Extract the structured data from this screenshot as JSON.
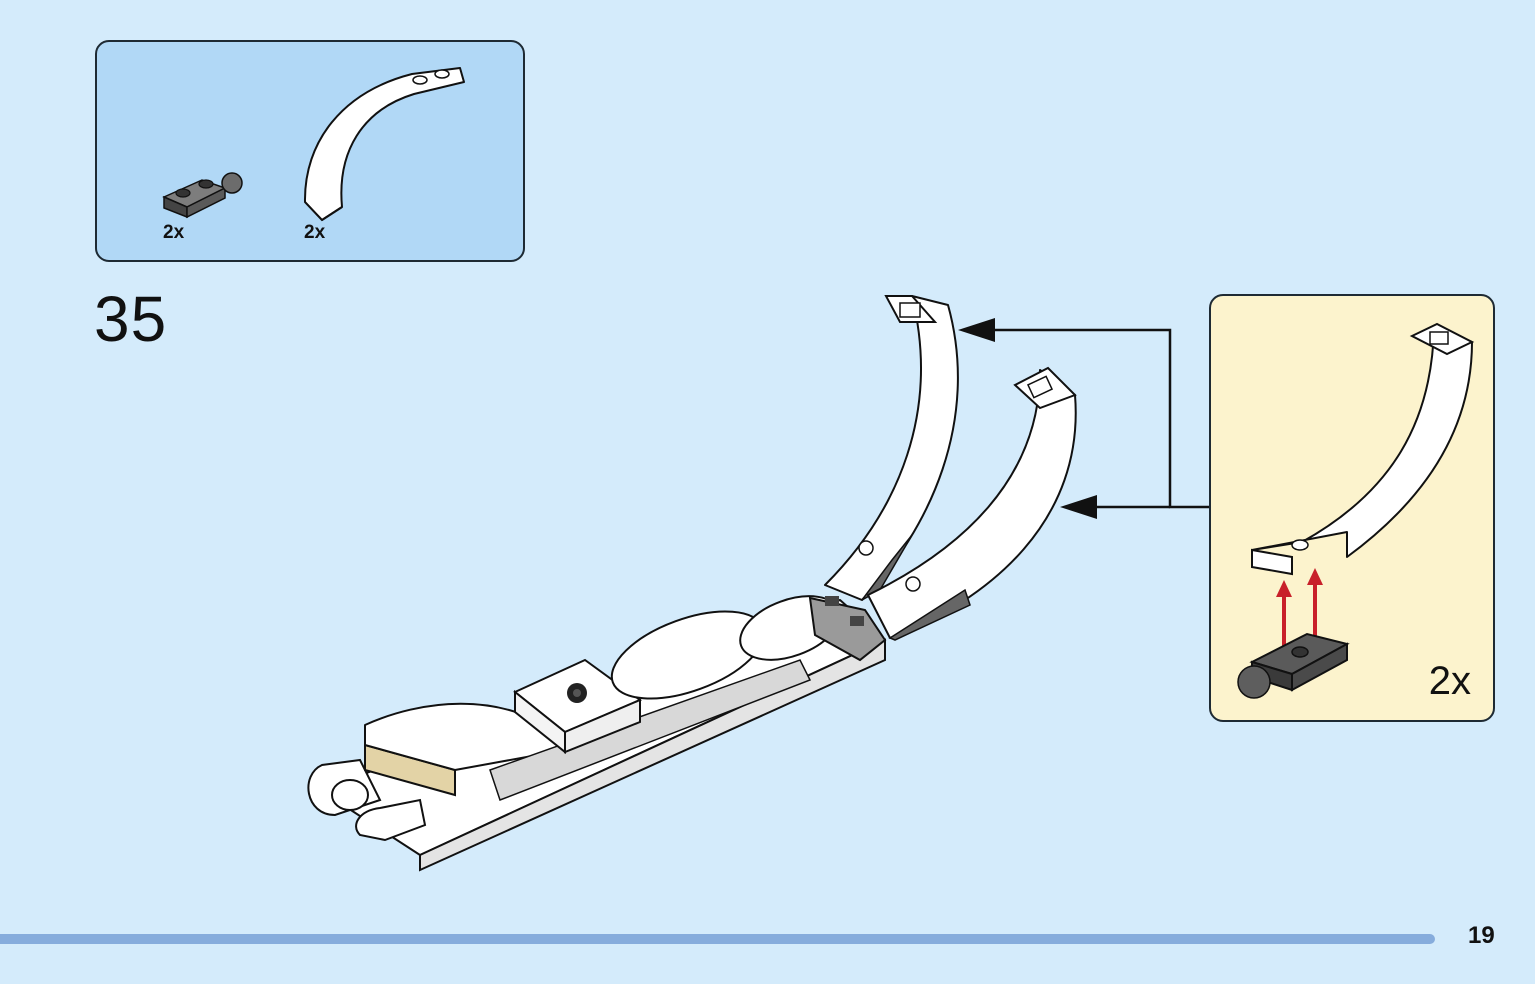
{
  "parts_list": {
    "items": [
      {
        "icon": "plate-1x2-with-ball-icon",
        "color": "#5a5a5a",
        "quantity": "2x"
      },
      {
        "icon": "curved-arch-brick-icon",
        "color": "#ffffff",
        "quantity": "2x"
      }
    ]
  },
  "step": {
    "number": "35"
  },
  "sub_assembly": {
    "quantity": "2x",
    "arrow_color": "#c8202a"
  },
  "footer": {
    "page_number": "19",
    "bar_color": "#86acdc"
  }
}
